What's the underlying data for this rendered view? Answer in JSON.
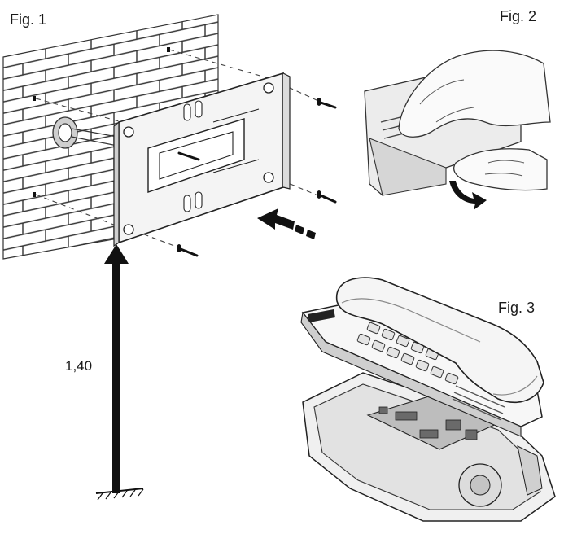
{
  "labels": {
    "fig1": "Fig. 1",
    "fig2": "Fig. 2",
    "fig3": "Fig. 3",
    "mount_height": "1,40"
  },
  "colors": {
    "line": "#2a2a2a",
    "fill_light": "#f2f2f2",
    "fill_mid": "#d8d8d8",
    "fill_dark": "#9a9a9a",
    "arrow": "#111111"
  },
  "icons": [
    "screw-icon",
    "push-arrow-icon",
    "height-arrow-icon",
    "rotate-arrow-icon"
  ]
}
